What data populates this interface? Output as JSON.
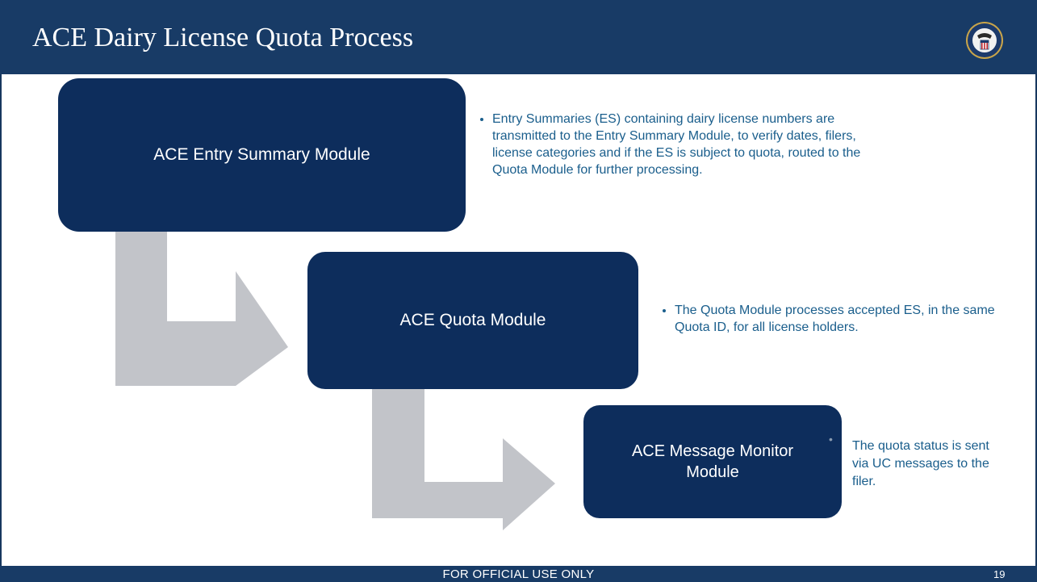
{
  "slide": {
    "title": "ACE Dairy License Quota Process",
    "footer": "FOR OFFICIAL USE ONLY",
    "page_number": "19",
    "seal_icon": "customs-seal-icon"
  },
  "colors": {
    "header": "#183b66",
    "box": "#0d2d5c",
    "arrow": "#c2c4c9",
    "description_text": "#1a5e8c"
  },
  "steps": [
    {
      "label": "ACE Entry Summary Module",
      "description": "Entry Summaries (ES) containing dairy license numbers are transmitted to the Entry Summary Module, to verify dates, filers, license categories and if the ES is subject to quota, routed to the Quota Module for further processing."
    },
    {
      "label": "ACE Quota Module",
      "description": "The Quota Module processes accepted ES, in the same Quota ID, for all license holders."
    },
    {
      "label": "ACE Message Monitor Module",
      "description": "The quota status is sent via UC messages to the filer."
    }
  ]
}
